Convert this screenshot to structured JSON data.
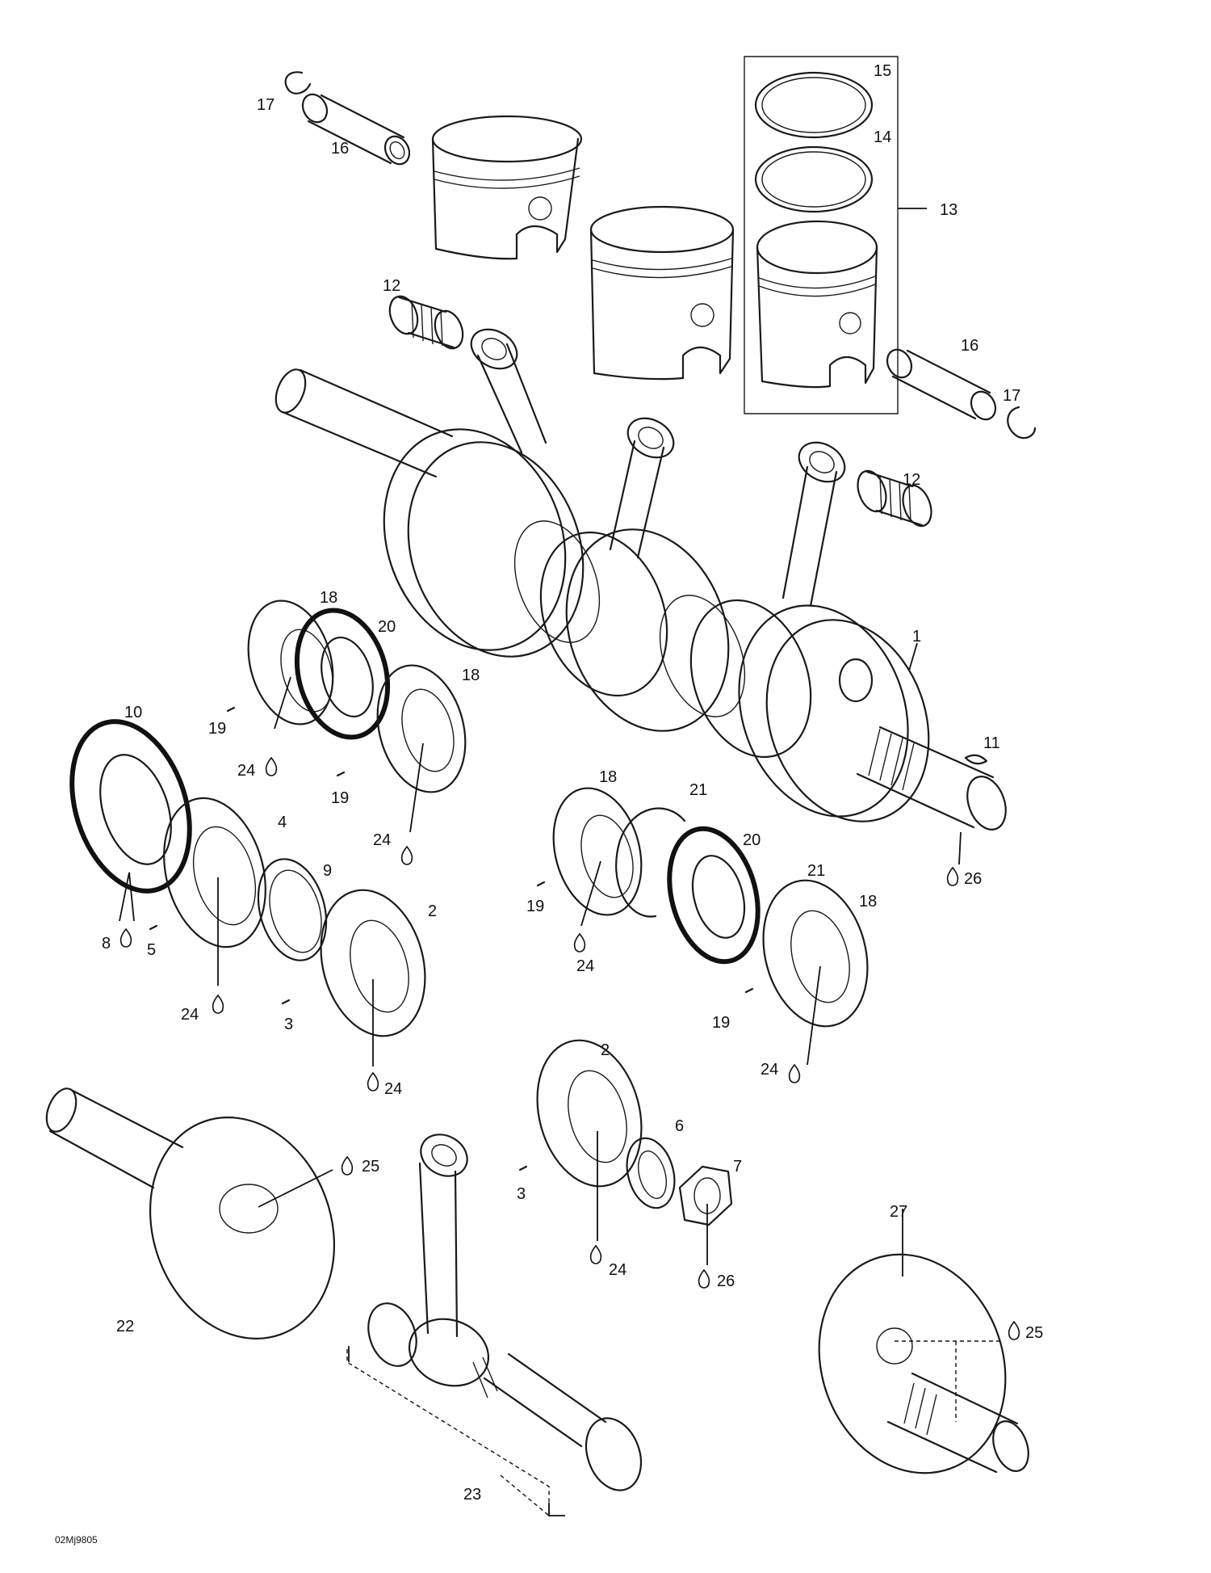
{
  "drawing_code": "02Mj9805",
  "callouts": {
    "c1": "1",
    "c2a": "2",
    "c2b": "2",
    "c3a": "3",
    "c3b": "3",
    "c4": "4",
    "c5": "5",
    "c6": "6",
    "c7": "7",
    "c8": "8",
    "c9": "9",
    "c10": "10",
    "c11": "11",
    "c12a": "12",
    "c12b": "12",
    "c13": "13",
    "c14": "14",
    "c15": "15",
    "c16a": "16",
    "c16b": "16",
    "c17a": "17",
    "c17b": "17",
    "c18a": "18",
    "c18b": "18",
    "c18c": "18",
    "c18d": "18",
    "c19a": "19",
    "c19b": "19",
    "c19c": "19",
    "c19d": "19",
    "c20a": "20",
    "c20b": "20",
    "c21a": "21",
    "c21b": "21",
    "c22": "22",
    "c23": "23",
    "c24a": "24",
    "c24b": "24",
    "c24c": "24",
    "c24d": "24",
    "c24e": "24",
    "c24f": "24",
    "c24g": "24",
    "c25a": "25",
    "c25b": "25",
    "c26a": "26",
    "c26b": "26",
    "c27": "27"
  },
  "icons": {
    "lubricant": "oil-drop-icon"
  }
}
